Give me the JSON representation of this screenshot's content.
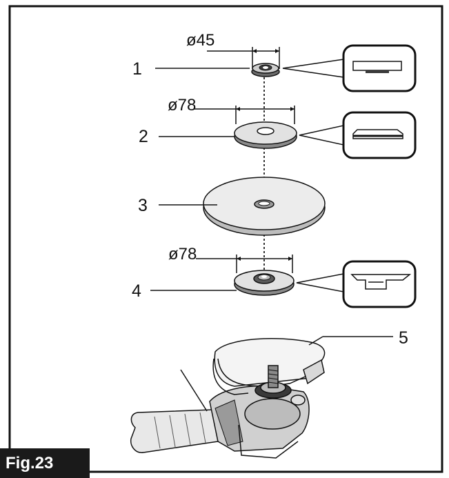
{
  "figure": {
    "label": "Fig.23"
  },
  "dimensions": {
    "d1": "ø45",
    "d2": "ø78",
    "d4": "ø78"
  },
  "parts": [
    "1",
    "2",
    "3",
    "4",
    "5"
  ],
  "colors": {
    "line": "#111111",
    "fill": "#ffffff",
    "shade": "#cfcfcf",
    "dark": "#3a3a3a",
    "label_bg": "#1a1a1a"
  }
}
